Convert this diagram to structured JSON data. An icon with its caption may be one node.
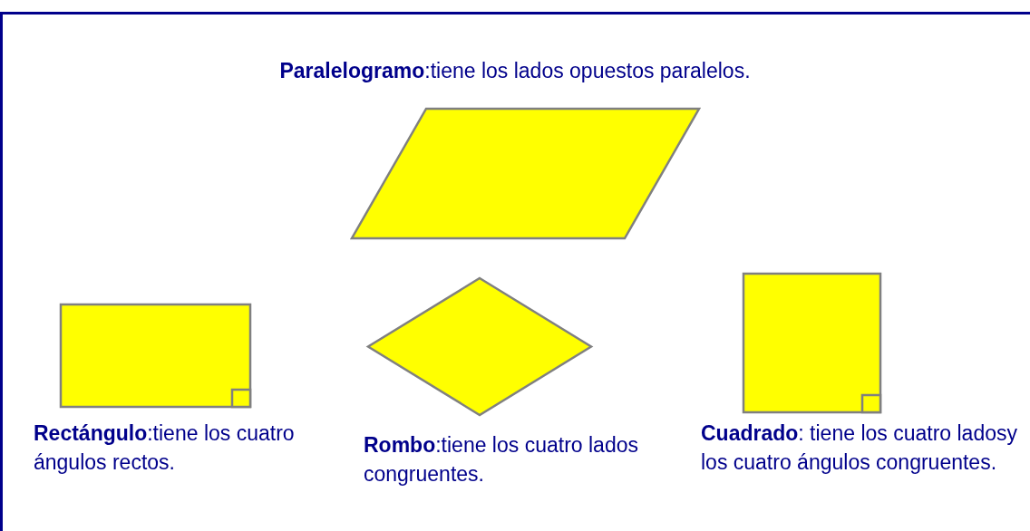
{
  "diagram": {
    "nodes": [
      {
        "text": [],
        "shape": "parallelogram",
        "beside": [
          "**Paralelogramo**:tiene los lados opuestos paralelos."
        ]
      },
      {
        "text": [],
        "shape": "box",
        "beside": [
          "**Rectángulo**:tiene los cuatro ángulos rectos."
        ]
      },
      {
        "text": [],
        "shape": "diamond",
        "beside": [
          "**Rombo**:tiene los cuatro lados congruentes."
        ]
      },
      {
        "text": [],
        "shape": "box",
        "beside": [
          "**Cuadrado**: tiene los cuatro ladosy los cuatro ángulos congruentes."
        ]
      }
    ],
    "edges": []
  }
}
